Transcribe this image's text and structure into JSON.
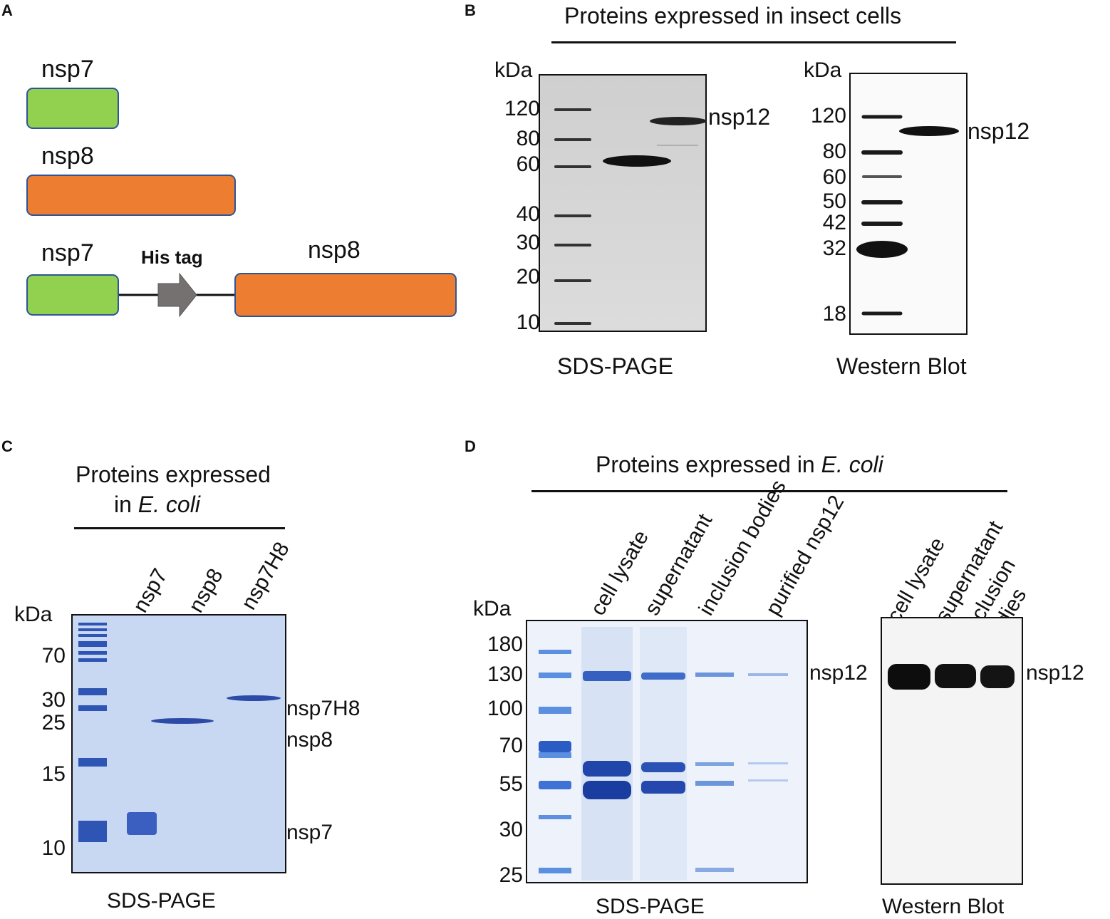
{
  "panel_a": {
    "label": "A",
    "nsp7_label": "nsp7",
    "nsp8_label": "nsp8",
    "fusion_nsp7_label": "nsp7",
    "fusion_nsp8_label": "nsp8",
    "his_tag_label": "His tag",
    "colors": {
      "nsp7": "#92d050",
      "nsp8": "#ed7d31",
      "arrow": "#767171",
      "border": "#2f5597"
    }
  },
  "panel_b": {
    "label": "B",
    "title": "Proteins expressed in insect cells",
    "sds": {
      "unit": "kDa",
      "markers": [
        "120",
        "80",
        "60",
        "40",
        "30",
        "20",
        "10"
      ],
      "band_label": "nsp12",
      "caption": "SDS-PAGE"
    },
    "western": {
      "unit": "kDa",
      "markers": [
        "120",
        "80",
        "60",
        "50",
        "42",
        "32",
        "18"
      ],
      "band_label": "nsp12",
      "caption": "Western Blot"
    }
  },
  "panel_c": {
    "label": "C",
    "title_line1": "Proteins expressed",
    "title_line2_prefix": "in ",
    "title_line2_italic": "E. coli",
    "unit": "kDa",
    "lanes": [
      "nsp7",
      "nsp8",
      "nsp7H8"
    ],
    "markers": [
      "70",
      "30",
      "25",
      "15",
      "10"
    ],
    "band_labels": [
      "nsp7H8",
      "nsp8",
      "nsp7"
    ],
    "caption": "SDS-PAGE"
  },
  "panel_d": {
    "label": "D",
    "title_prefix": "Proteins expressed in ",
    "title_italic": "E. coli",
    "sds": {
      "unit": "kDa",
      "lanes": [
        "cell lysate",
        "supernatant",
        "inclusion bodies",
        "purified nsp12"
      ],
      "markers": [
        "180",
        "130",
        "100",
        "70",
        "55",
        "30",
        "25"
      ],
      "band_label": "nsp12",
      "caption": "SDS-PAGE"
    },
    "western": {
      "lanes": [
        "cell lysate",
        "supernatant",
        "inclusion bodies"
      ],
      "band_label": "nsp12",
      "caption": "Western Blot"
    }
  }
}
